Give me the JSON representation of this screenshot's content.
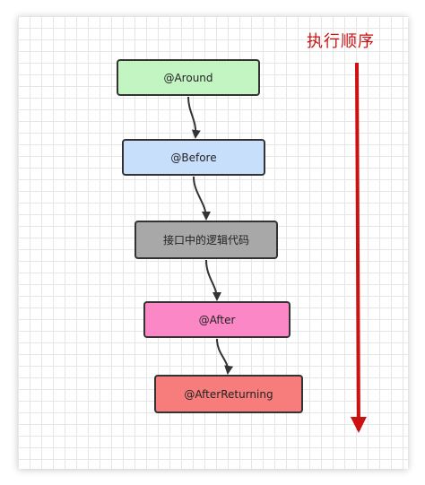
{
  "colors": {
    "background": "#ffffff",
    "grid_line": "#e6e6e6",
    "node_border": "#333333",
    "connector": "#333333",
    "order_arrow": "#cc1111",
    "order_label": "#cc1111"
  },
  "diagram": {
    "nodes": [
      {
        "label": "@Around",
        "fill": "#c3f5c3"
      },
      {
        "label": "@Before",
        "fill": "#c8dffc"
      },
      {
        "label": "接口中的逻辑代码",
        "fill": "#a8a8a8"
      },
      {
        "label": "@After",
        "fill": "#fb87c7"
      },
      {
        "label": "@AfterReturning",
        "fill": "#f77c7c"
      }
    ],
    "order_label": "执行顺序",
    "order_arrow_icon": "down-arrow-icon"
  }
}
